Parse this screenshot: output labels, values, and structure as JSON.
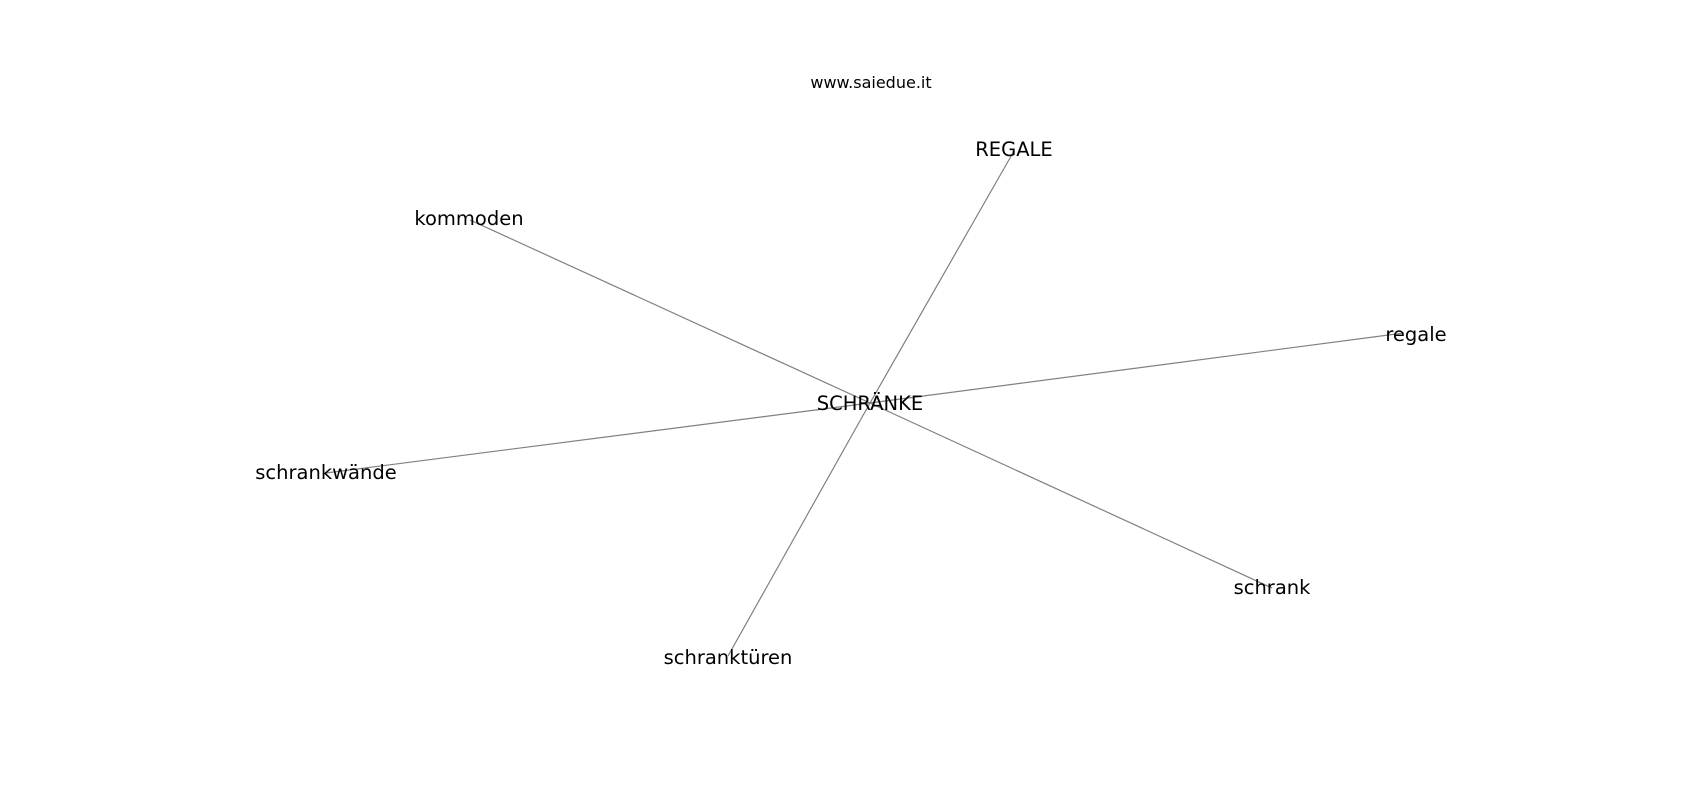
{
  "header": {
    "site": "www.saiedue.it"
  },
  "graph": {
    "center": "SCHRÄNKE",
    "neighbors": [
      "REGALE",
      "kommoden",
      "regale",
      "schrankwände",
      "schrank",
      "schranktüren"
    ]
  },
  "colors": {
    "edge": "#808080",
    "text": "#000000",
    "background": "#ffffff"
  }
}
